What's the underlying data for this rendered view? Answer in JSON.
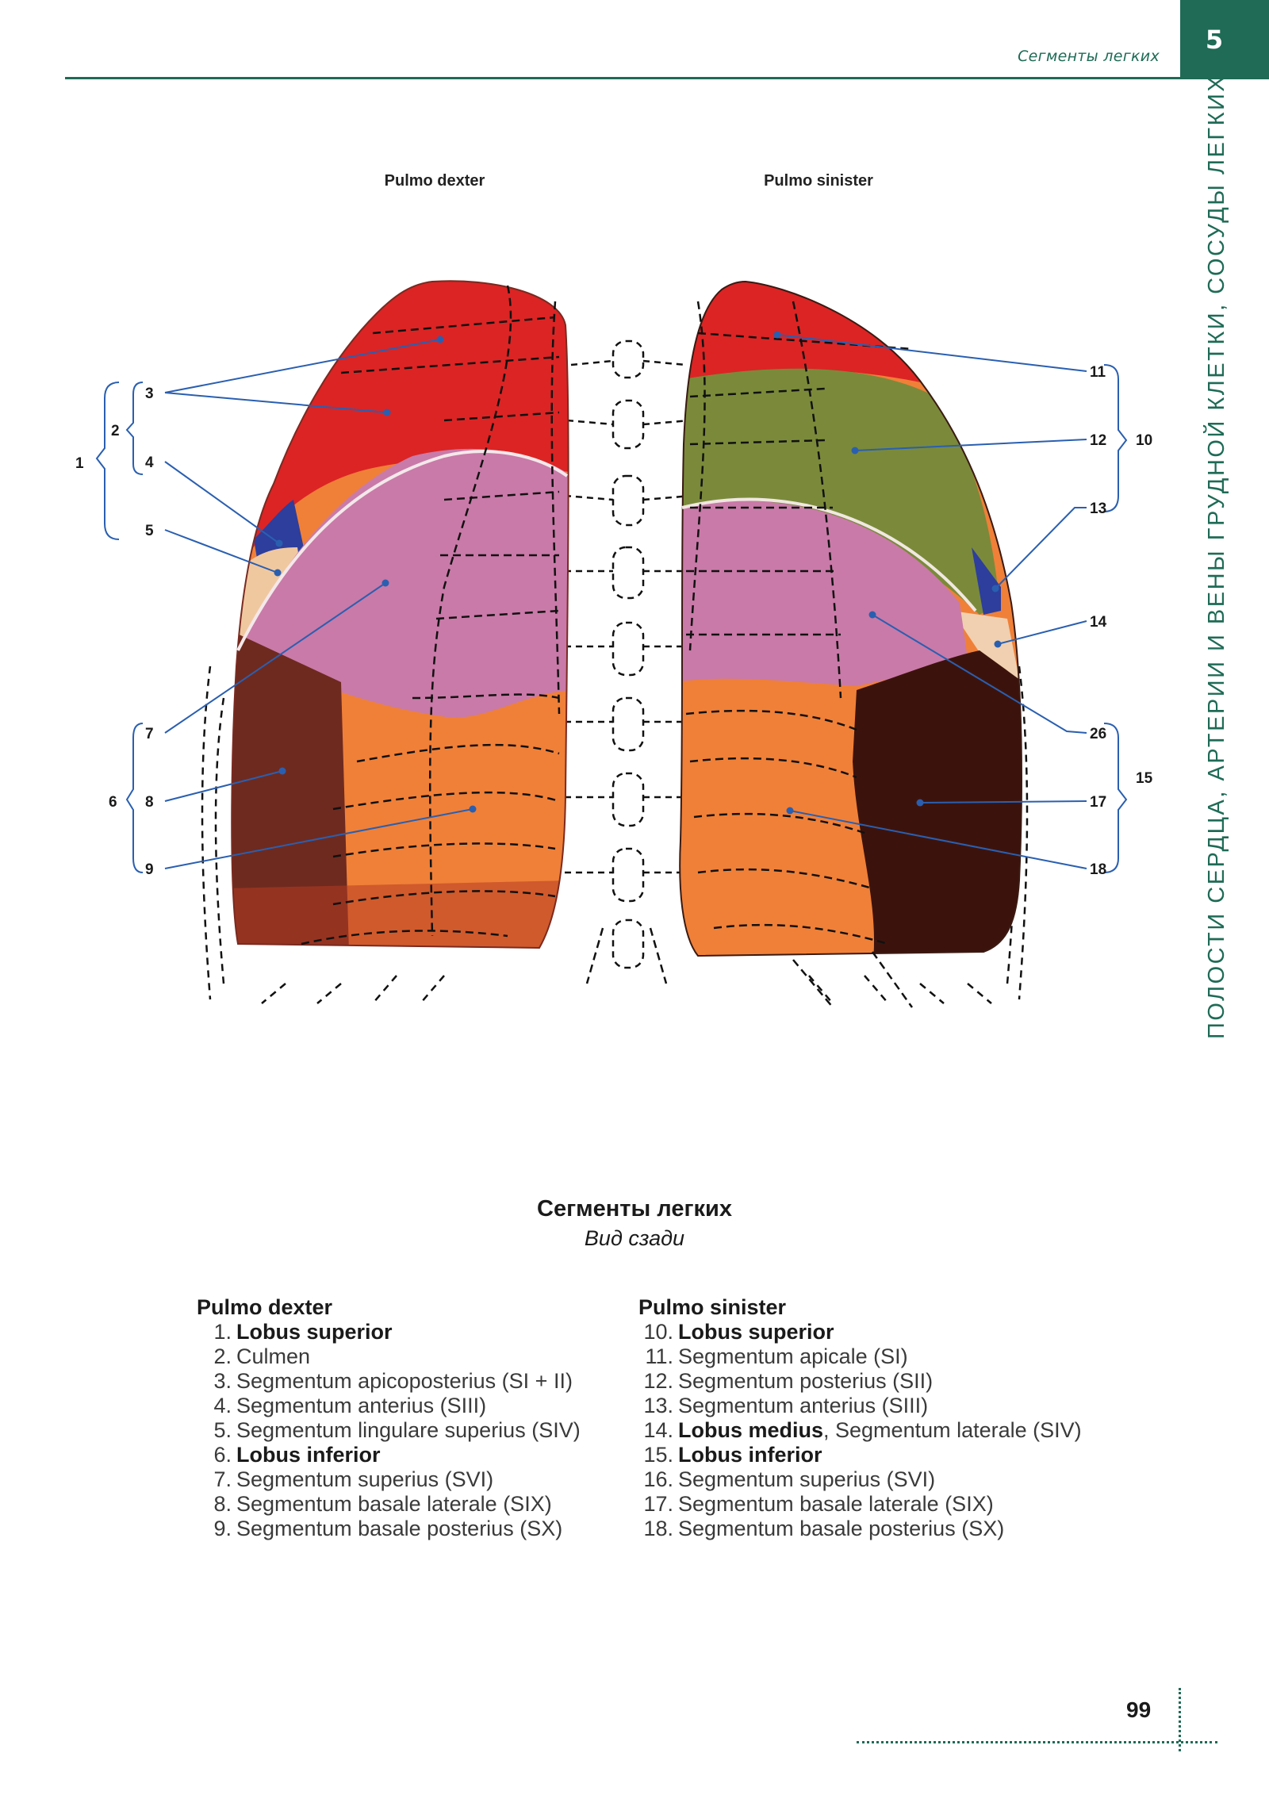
{
  "header": {
    "section_title": "Сегменты легких",
    "chapter_number": "5"
  },
  "side_title": "ПОЛОСТИ СЕРДЦА, АРТЕРИИ И ВЕНЫ ГРУДНОЙ КЛЕТКИ, СОСУДЫ ЛЕГКИХ",
  "figure": {
    "label_right_lung": "Pulmo dexter",
    "label_left_lung": "Pulmo sinister",
    "callouts": {
      "n1": "1",
      "n2": "2",
      "n3": "3",
      "n4": "4",
      "n5": "5",
      "n6": "6",
      "n7": "7",
      "n8": "8",
      "n9": "9",
      "n10": "10",
      "n11": "11",
      "n12": "12",
      "n13": "13",
      "n14": "14",
      "n15": "15",
      "n17": "17",
      "n18": "18",
      "n26": "26"
    },
    "colors": {
      "apical": "#dc2424",
      "anterior_blue": "#2d3e9c",
      "lingular": "#f0c8a0",
      "superior": "#c97aa8",
      "basal_lateral": "#6e2a1f",
      "basal_posterior": "#f08038",
      "posterior_green": "#7a8a3a",
      "basal_lateral_left": "#3c130c",
      "lateral_left": "#f0d0b0",
      "leader_line": "#2a5fb0"
    }
  },
  "caption": {
    "title": "Сегменты легких",
    "subtitle": "Вид сзади"
  },
  "legend": {
    "right": {
      "heading": "Pulmo dexter",
      "items": [
        {
          "num": "1.",
          "text": "Lobus superior"
        },
        {
          "num": "2.",
          "text": "Culmen"
        },
        {
          "num": "3.",
          "text": "Segmentum apicoposterius (SI + II)"
        },
        {
          "num": "4.",
          "text": "Segmentum anterius (SIII)"
        },
        {
          "num": "5.",
          "text": "Segmentum lingulare superius (SIV)"
        },
        {
          "num": "6.",
          "text": "Lobus inferior"
        },
        {
          "num": "7.",
          "text": "Segmentum superius (SVI)"
        },
        {
          "num": "8.",
          "text": "Segmentum basale laterale (SIX)"
        },
        {
          "num": "9.",
          "text": "Segmentum basale posterius (SX)"
        }
      ]
    },
    "left": {
      "heading": "Pulmo sinister",
      "items": [
        {
          "num": "10.",
          "text": "Lobus superior"
        },
        {
          "num": "11.",
          "text": "Segmentum apicale (SI)"
        },
        {
          "num": "12.",
          "text": "Segmentum posterius (SII)"
        },
        {
          "num": "13.",
          "text": "Segmentum anterius (SIII)"
        },
        {
          "num": "14.",
          "bold_part": "Lobus medius",
          "text": ", Segmentum laterale (SIV)"
        },
        {
          "num": "15.",
          "text": "Lobus inferior"
        },
        {
          "num": "16.",
          "text": "Segmentum superius (SVI)"
        },
        {
          "num": "17.",
          "text": "Segmentum basale laterale (SIX)"
        },
        {
          "num": "18.",
          "text": "Segmentum basale posterius (SX)"
        }
      ]
    }
  },
  "page_number": "99"
}
